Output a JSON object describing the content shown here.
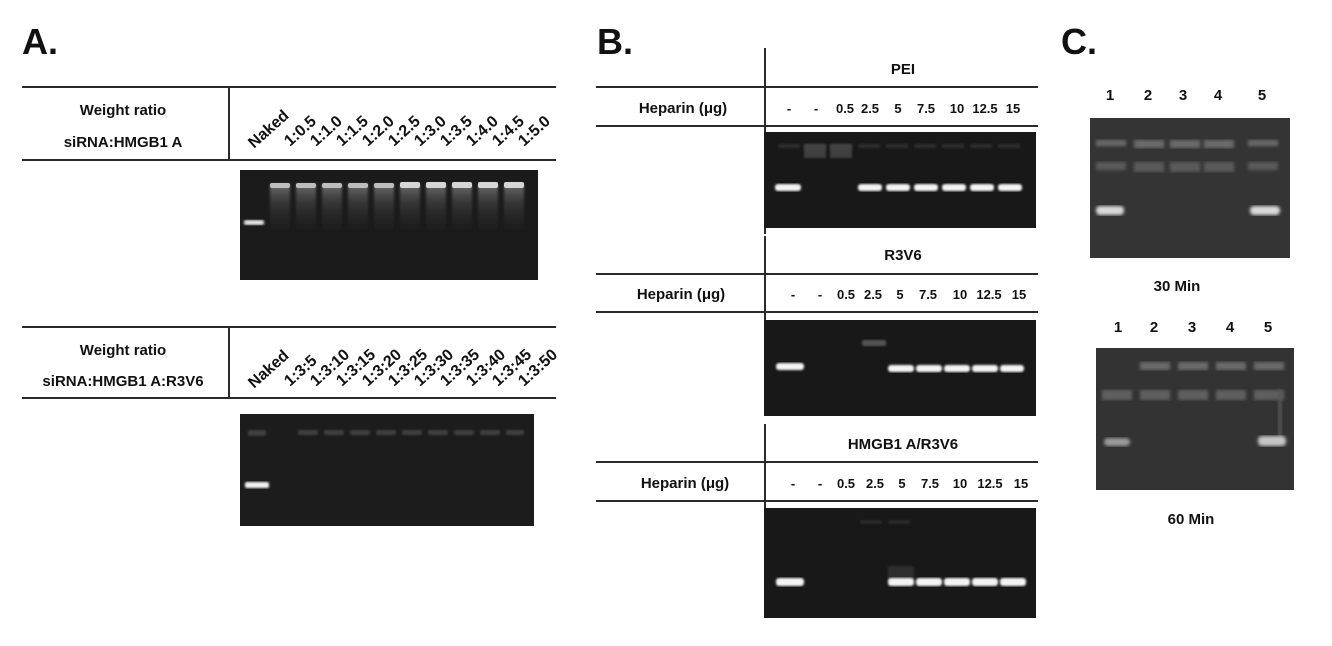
{
  "panels": {
    "A": {
      "letter": "A.",
      "top": {
        "row_title_1": "Weight ratio",
        "row_title_2": "siRNA:HMGB1 A",
        "lanes": [
          "Naked",
          "1:0.5",
          "1:1.0",
          "1:1.5",
          "1:2.0",
          "1:2.5",
          "1:3.0",
          "1:3.5",
          "1:4.0",
          "1:4.5",
          "1:5.0"
        ]
      },
      "bottom": {
        "row_title_1": "Weight ratio",
        "row_title_2": "siRNA:HMGB1 A:R3V6",
        "lanes": [
          "Naked",
          "1:3:5",
          "1:3:10",
          "1:3:15",
          "1:3:20",
          "1:3:25",
          "1:3:30",
          "1:3:35",
          "1:3:40",
          "1:3:45",
          "1:3:50"
        ]
      }
    },
    "B": {
      "letter": "B.",
      "row_label": "Heparin (μg)",
      "lanes": [
        "-",
        "-",
        "0.5",
        "2.5",
        "5",
        "7.5",
        "10",
        "12.5",
        "15"
      ],
      "sections": [
        {
          "title": "PEI"
        },
        {
          "title": "R3V6"
        },
        {
          "title": "HMGB1 A/R3V6"
        }
      ]
    },
    "C": {
      "letter": "C.",
      "lanes": [
        "1",
        "2",
        "3",
        "4",
        "5"
      ],
      "gels": [
        {
          "caption": "30 Min"
        },
        {
          "caption": "60 Min"
        }
      ]
    }
  }
}
